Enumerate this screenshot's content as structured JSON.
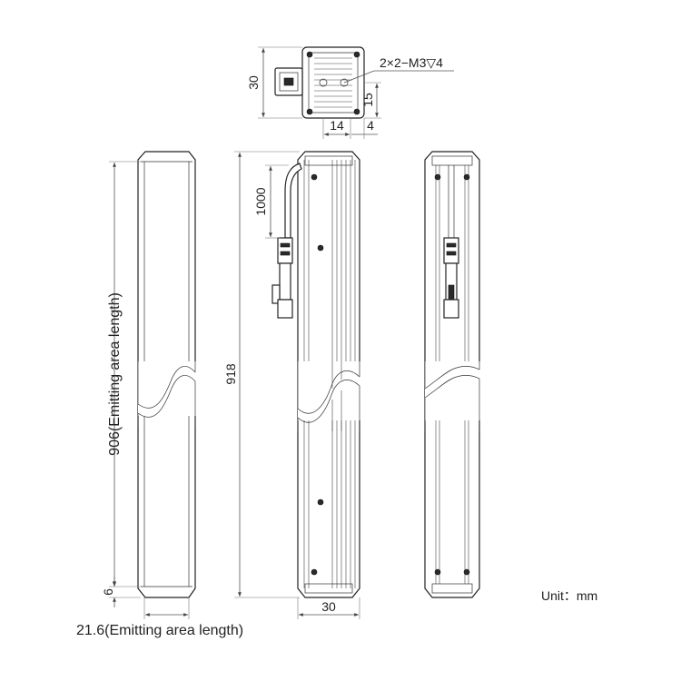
{
  "top_view": {
    "height_dim": "30",
    "thread_callout": "2×2−M3▽4",
    "hole_offset_dim": "15",
    "width_dim": "14",
    "edge_dim": "4"
  },
  "front_view": {
    "emitting_length_label": "906(Emitting area length)",
    "bottom_dim": "6",
    "emitting_width_label": "21.6(Emitting area length)"
  },
  "side_view": {
    "overall_length_dim": "918",
    "cable_length_dim": "1000",
    "width_dim": "30"
  },
  "unit_label": "Unit：mm"
}
